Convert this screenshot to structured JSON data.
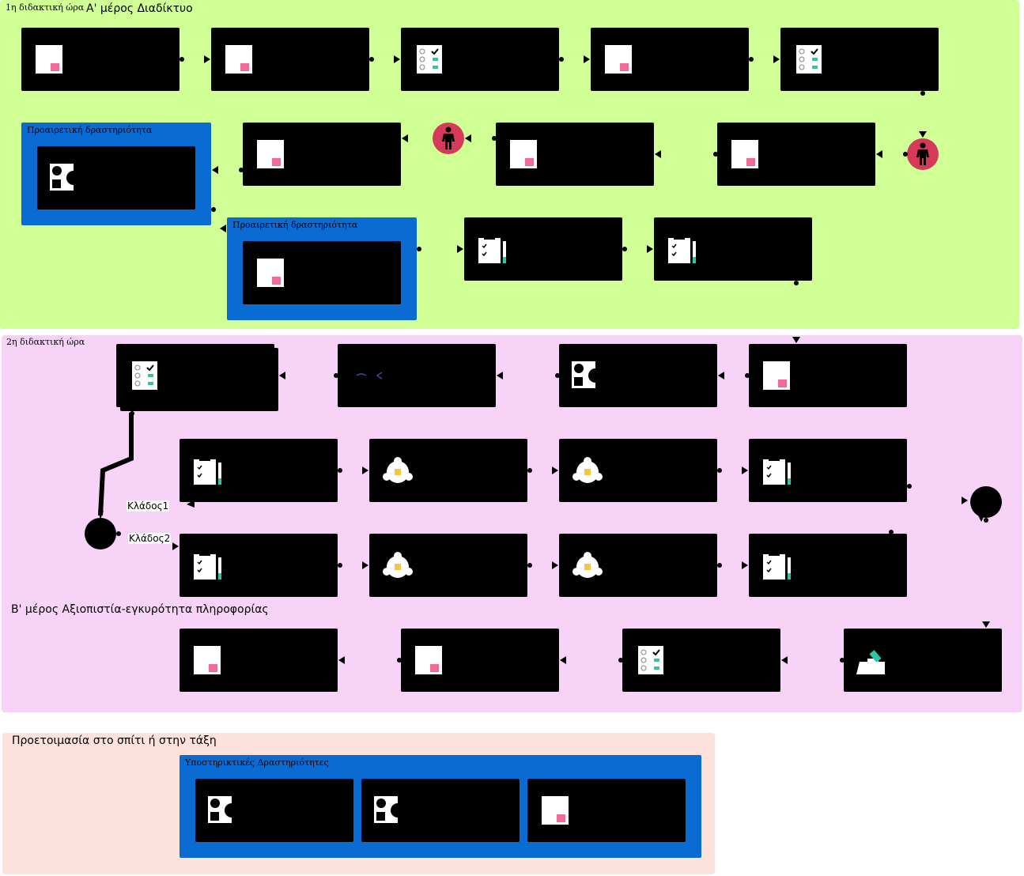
{
  "sections": [
    {
      "id": "hour1",
      "label": "1η διδακτική ώρα",
      "title": "Α' μέρος Διαδίκτυο",
      "color": "#cfff95"
    },
    {
      "id": "hour2",
      "label": "2η διδακτική ώρα",
      "title": "Β' μέρος Αξιοπιστία-εγκυρότητα πληροφορίας",
      "color": "#f7d4f7"
    },
    {
      "id": "prep",
      "title": "Προετοιμασία στο σπίτι ή στην τάξη",
      "color": "#fde1db"
    }
  ],
  "groups": {
    "optional1": "Προαιρετική δραστηριότητα",
    "optional2": "Προαιρετική δραστηριότητα",
    "support": "Υποστηρικτικές Δραστηριότητες"
  },
  "branches": {
    "branch1": "Κλάδος1",
    "branch2": "Κλάδος2"
  },
  "icons": {
    "page": "page-icon",
    "checklist": "checklist-icon",
    "shapes": "shapes-icon",
    "clipboard": "clipboard-icon",
    "chat": "chat-icon",
    "person": "person-icon",
    "submit": "submit-icon",
    "arrows": "arrows-icon"
  },
  "colors": {
    "accent_pink": "#f06b9a",
    "accent_teal": "#2bc7a8",
    "group_blue": "#0a6bd3",
    "person_red": "#d63a5b",
    "chat_yellow": "#f5c542"
  }
}
